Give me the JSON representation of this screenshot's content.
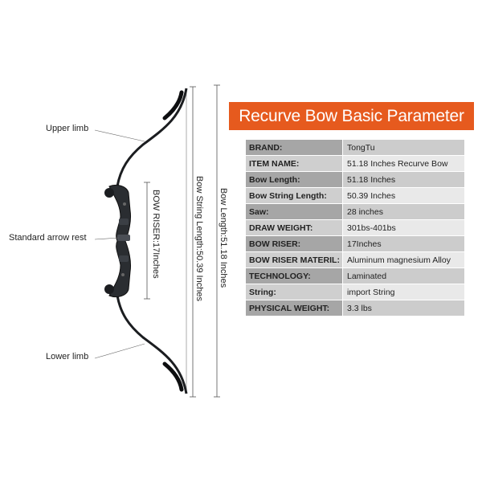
{
  "labels": {
    "upper_limb": "Upper limb",
    "arrow_rest": "Standard arrow rest",
    "lower_limb": "Lower limb",
    "bow_riser": "BOW RISER:17Inches",
    "string_length": "Bow String Length:50.39 Inches",
    "bow_length": "Bow Length:51.18 Inches"
  },
  "banner": {
    "title": "Recurve Bow Basic Parameter"
  },
  "specs": [
    {
      "key": "BRAND:",
      "value": "TongTu"
    },
    {
      "key": "ITEM NAME:",
      "value": "51.18 Inches Recurve Bow"
    },
    {
      "key": "Bow Length:",
      "value": "51.18 Inches"
    },
    {
      "key": "Bow String Length:",
      "value": "50.39 Inches"
    },
    {
      "key": "Saw:",
      "value": "28 inches"
    },
    {
      "key": "DRAW WEIGHT:",
      "value": "301bs-401bs"
    },
    {
      "key": "BOW RISER:",
      "value": "17Inches"
    },
    {
      "key": "BOW RISER MATERIL:",
      "value": "Aluminum magnesium  Alloy"
    },
    {
      "key": "TECHNOLOGY:",
      "value": "Laminated"
    },
    {
      "key": "String:",
      "value": "import String"
    },
    {
      "key": "PHYSICAL WEIGHT:",
      "value": "3.3 lbs"
    }
  ],
  "colors": {
    "banner": "#e65a1e",
    "key_dark": "#a6a6a6",
    "val_dark": "#cccccc",
    "key_light": "#cfcfcf",
    "val_light": "#e9e9e9"
  }
}
